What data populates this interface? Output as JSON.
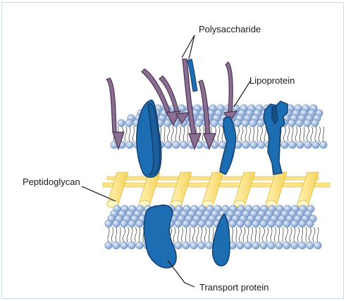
{
  "labels": {
    "polysaccharide": "Polysaccharide",
    "lipoprotein": "Lipoprotein",
    "peptidoglycan": "Peptidoglycan",
    "transport_protein": "Transport protein"
  },
  "colors": {
    "head_fill": "#a9c3e6",
    "head_stroke": "#6f8fbe",
    "protein": "#1d6db2",
    "protein_dark": "#123f6f",
    "sugar": "#8b6f92",
    "sugar_dark": "#4b3356",
    "peptidoglycan": "#fde486",
    "peptidoglycan_stroke": "#e0b93a",
    "tail": "#333333",
    "frame": "#c8dcea"
  }
}
